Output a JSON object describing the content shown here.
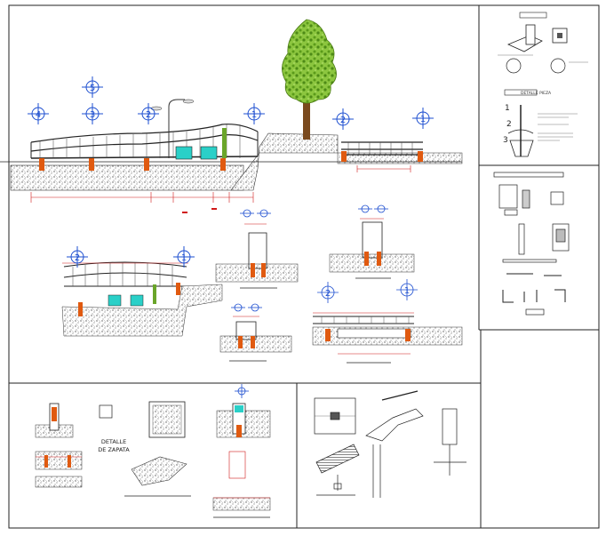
{
  "markers": {
    "m1": "1",
    "m2": "2",
    "m3": "3",
    "m4": "4",
    "m5": "5"
  },
  "labels": {
    "detalle_zapata_line1": "DETALLE",
    "detalle_zapata_line2": "DE ZAPATA",
    "detalle_pieza": "DETALLE PIEZA",
    "step1": "1",
    "step2": "2",
    "step3": "3"
  },
  "colors": {
    "marker_blue": "#1e4fd0",
    "dim_red": "#d01818",
    "tree_green": "#6aa52a",
    "trunk_brown": "#7a4a1e",
    "pier_orange": "#e05a10",
    "glass_cyan": "#2ad0c8",
    "hatch_gray": "#888888"
  }
}
